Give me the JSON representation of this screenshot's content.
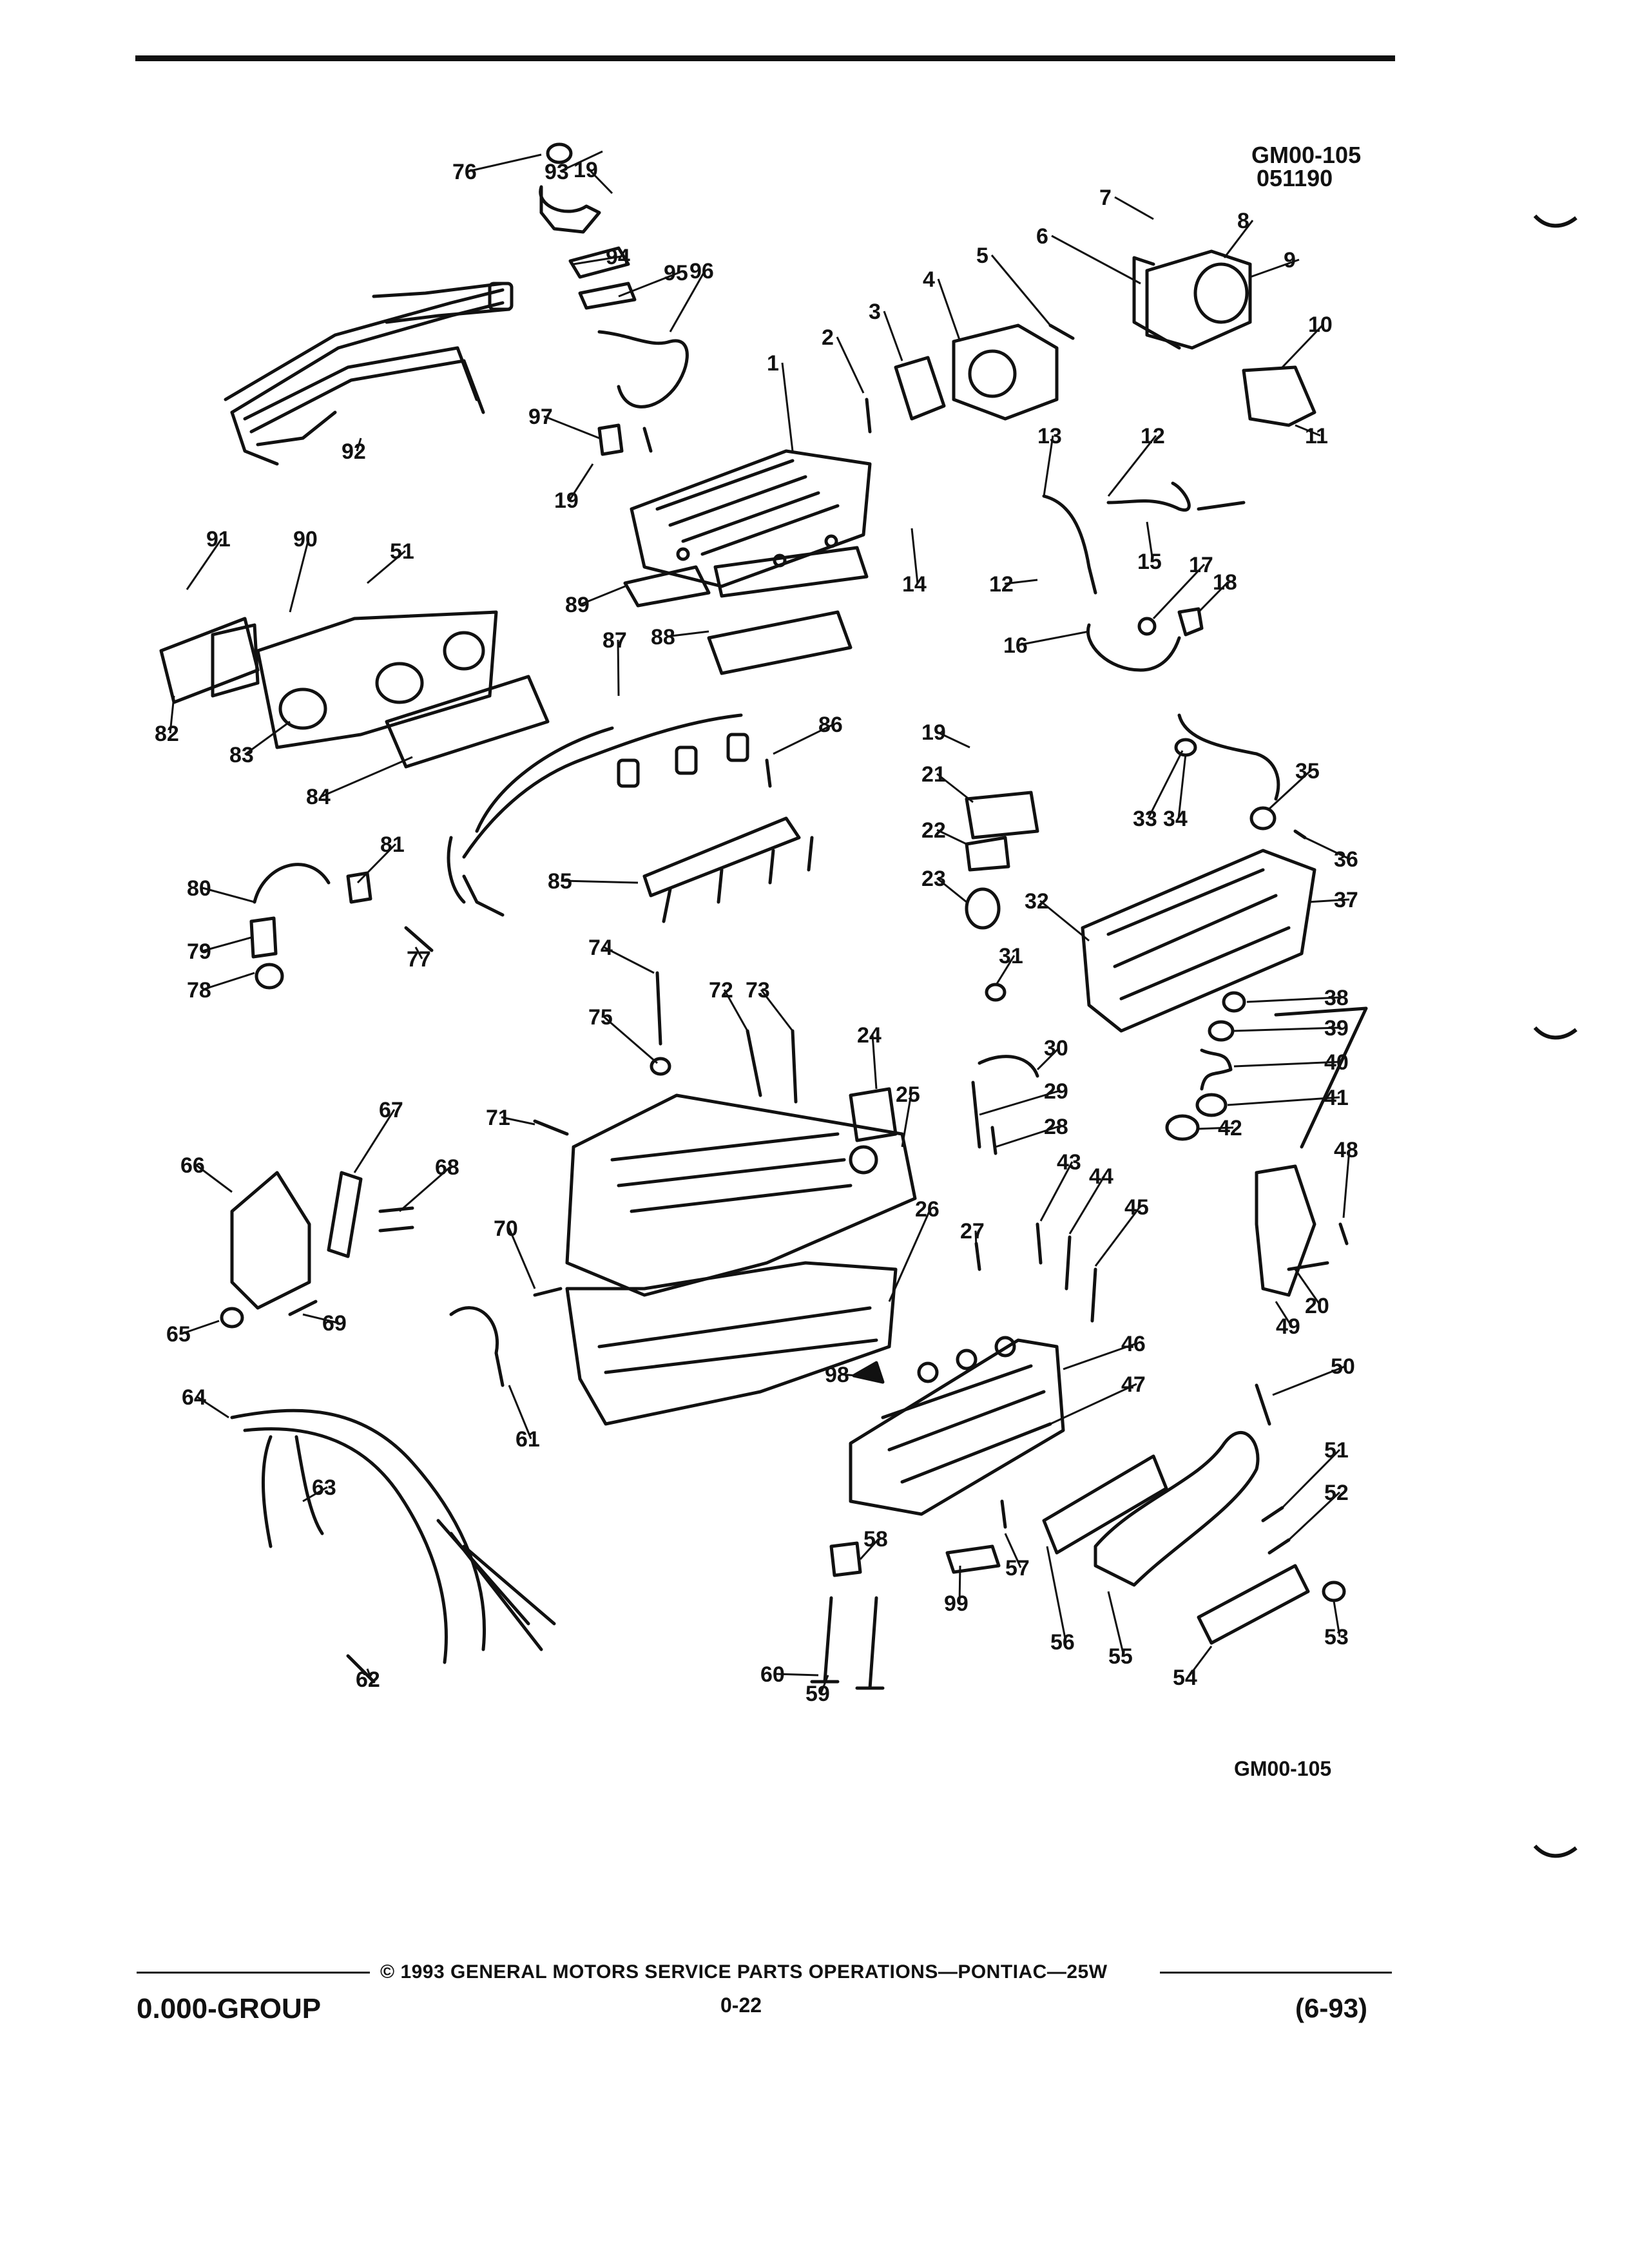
{
  "header": {
    "figure_code": "GM00-105",
    "figure_date": "051190"
  },
  "diagram": {
    "callouts": [
      {
        "n": "1"
      },
      {
        "n": "2"
      },
      {
        "n": "3"
      },
      {
        "n": "4"
      },
      {
        "n": "5"
      },
      {
        "n": "6"
      },
      {
        "n": "7"
      },
      {
        "n": "8"
      },
      {
        "n": "9"
      },
      {
        "n": "10"
      },
      {
        "n": "11"
      },
      {
        "n": "12"
      },
      {
        "n": "12"
      },
      {
        "n": "13"
      },
      {
        "n": "14"
      },
      {
        "n": "15"
      },
      {
        "n": "16"
      },
      {
        "n": "17"
      },
      {
        "n": "18"
      },
      {
        "n": "19"
      },
      {
        "n": "19"
      },
      {
        "n": "19"
      },
      {
        "n": "20"
      },
      {
        "n": "21"
      },
      {
        "n": "22"
      },
      {
        "n": "23"
      },
      {
        "n": "24"
      },
      {
        "n": "25"
      },
      {
        "n": "26"
      },
      {
        "n": "27"
      },
      {
        "n": "28"
      },
      {
        "n": "29"
      },
      {
        "n": "30"
      },
      {
        "n": "31"
      },
      {
        "n": "32"
      },
      {
        "n": "33"
      },
      {
        "n": "34"
      },
      {
        "n": "35"
      },
      {
        "n": "36"
      },
      {
        "n": "37"
      },
      {
        "n": "38"
      },
      {
        "n": "39"
      },
      {
        "n": "40"
      },
      {
        "n": "41"
      },
      {
        "n": "42"
      },
      {
        "n": "43"
      },
      {
        "n": "44"
      },
      {
        "n": "45"
      },
      {
        "n": "46"
      },
      {
        "n": "47"
      },
      {
        "n": "48"
      },
      {
        "n": "49"
      },
      {
        "n": "50"
      },
      {
        "n": "51"
      },
      {
        "n": "51"
      },
      {
        "n": "52"
      },
      {
        "n": "53"
      },
      {
        "n": "54"
      },
      {
        "n": "55"
      },
      {
        "n": "56"
      },
      {
        "n": "57"
      },
      {
        "n": "58"
      },
      {
        "n": "59"
      },
      {
        "n": "60"
      },
      {
        "n": "61"
      },
      {
        "n": "62"
      },
      {
        "n": "63"
      },
      {
        "n": "64"
      },
      {
        "n": "65"
      },
      {
        "n": "66"
      },
      {
        "n": "67"
      },
      {
        "n": "68"
      },
      {
        "n": "69"
      },
      {
        "n": "70"
      },
      {
        "n": "71"
      },
      {
        "n": "72"
      },
      {
        "n": "73"
      },
      {
        "n": "74"
      },
      {
        "n": "75"
      },
      {
        "n": "76"
      },
      {
        "n": "77"
      },
      {
        "n": "78"
      },
      {
        "n": "79"
      },
      {
        "n": "80"
      },
      {
        "n": "81"
      },
      {
        "n": "82"
      },
      {
        "n": "83"
      },
      {
        "n": "84"
      },
      {
        "n": "85"
      },
      {
        "n": "86"
      },
      {
        "n": "87"
      },
      {
        "n": "88"
      },
      {
        "n": "89"
      },
      {
        "n": "90"
      },
      {
        "n": "91"
      },
      {
        "n": "92"
      },
      {
        "n": "93"
      },
      {
        "n": "94"
      },
      {
        "n": "95"
      },
      {
        "n": "96"
      },
      {
        "n": "97"
      },
      {
        "n": "98"
      },
      {
        "n": "99"
      }
    ],
    "figure_code_bottom": "GM00-105"
  },
  "footer": {
    "copyright": "© 1993 GENERAL MOTORS SERVICE PARTS OPERATIONS—PONTIAC—25W",
    "group": "0.000-GROUP",
    "page": "0-22",
    "date": "(6-93)"
  }
}
